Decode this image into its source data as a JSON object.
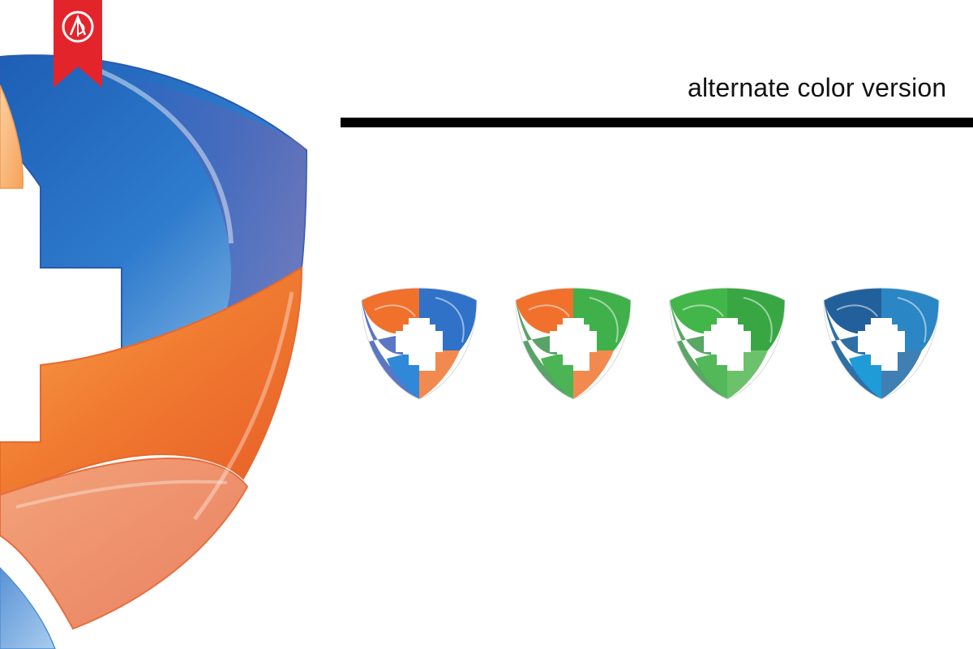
{
  "header": {
    "title": "alternate color version"
  },
  "badge": {
    "icon": "ad-monogram-icon",
    "color": "#e4242b"
  },
  "feature_logo": {
    "icon": "shield-cross-icon",
    "colors": [
      "#1f6dbf",
      "#f07a30",
      "#f8a95a"
    ]
  },
  "variants": [
    {
      "name": "orange-blue",
      "colors": [
        "#f0702c",
        "#2f72c8",
        "#f28a4f",
        "#5a76c4"
      ]
    },
    {
      "name": "orange-green",
      "colors": [
        "#f0702c",
        "#3fb04a",
        "#f28a4f",
        "#58a368"
      ]
    },
    {
      "name": "green",
      "colors": [
        "#43b649",
        "#38a743",
        "#6cc26b",
        "#5aa664"
      ]
    },
    {
      "name": "blue",
      "colors": [
        "#22609b",
        "#2a86c4",
        "#3f7fb3",
        "#1f9bd8"
      ]
    }
  ]
}
